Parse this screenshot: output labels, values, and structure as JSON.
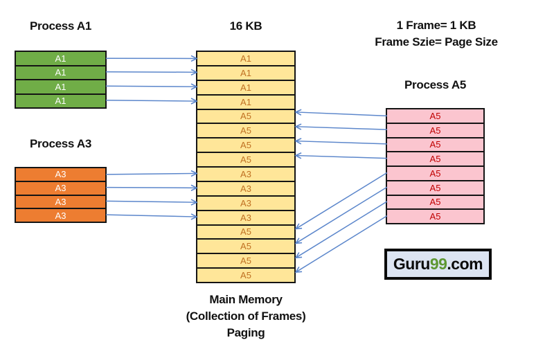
{
  "header": {
    "process_a1_title": "Process A1",
    "process_a3_title": "Process A3",
    "process_a5_title": "Process A5",
    "memory_title": "16 KB",
    "note_line1": "1 Frame= 1 KB",
    "note_line2": "Frame Szie= Page Size"
  },
  "boxes": {
    "a1": {
      "pages": [
        "A1",
        "A1",
        "A1",
        "A1"
      ]
    },
    "a3": {
      "pages": [
        "A3",
        "A3",
        "A3",
        "A3"
      ]
    },
    "a5": {
      "pages": [
        "A5",
        "A5",
        "A5",
        "A5",
        "A5",
        "A5",
        "A5",
        "A5"
      ]
    },
    "memory": {
      "frames": [
        "A1",
        "A1",
        "A1",
        "A1",
        "A5",
        "A5",
        "A5",
        "A5",
        "A3",
        "A3",
        "A3",
        "A3",
        "A5",
        "A5",
        "A5",
        "A5"
      ]
    }
  },
  "caption": {
    "line1": "Main Memory",
    "line2": "(Collection of Frames)",
    "line3": "Paging"
  },
  "logo": {
    "part1": "Guru",
    "part2": "99",
    "part3": ".com"
  },
  "colors": {
    "process_a1_fill": "#70AD47",
    "process_a3_fill": "#ED7D31",
    "process_a5_fill": "#FBC5CF",
    "memory_fill": "#FFE699",
    "memory_text": "#BF7022",
    "process_a5_text": "#C00000",
    "process_text": "#FFFFFF",
    "arrow": "#5B86CB",
    "logo_bg": "#DCE4F2",
    "logo_accent": "#5E9732",
    "border": "#141414"
  },
  "mappings": [
    {
      "process": "a1",
      "page": 0,
      "frame": 0
    },
    {
      "process": "a1",
      "page": 1,
      "frame": 1
    },
    {
      "process": "a1",
      "page": 2,
      "frame": 2
    },
    {
      "process": "a1",
      "page": 3,
      "frame": 3
    },
    {
      "process": "a5",
      "page": 0,
      "frame": 4
    },
    {
      "process": "a5",
      "page": 1,
      "frame": 5
    },
    {
      "process": "a5",
      "page": 2,
      "frame": 6
    },
    {
      "process": "a5",
      "page": 3,
      "frame": 7
    },
    {
      "process": "a3",
      "page": 0,
      "frame": 8
    },
    {
      "process": "a3",
      "page": 1,
      "frame": 9
    },
    {
      "process": "a3",
      "page": 2,
      "frame": 10
    },
    {
      "process": "a3",
      "page": 3,
      "frame": 11
    },
    {
      "process": "a5",
      "page": 4,
      "frame": 12
    },
    {
      "process": "a5",
      "page": 5,
      "frame": 13
    },
    {
      "process": "a5",
      "page": 6,
      "frame": 14
    },
    {
      "process": "a5",
      "page": 7,
      "frame": 15
    }
  ]
}
